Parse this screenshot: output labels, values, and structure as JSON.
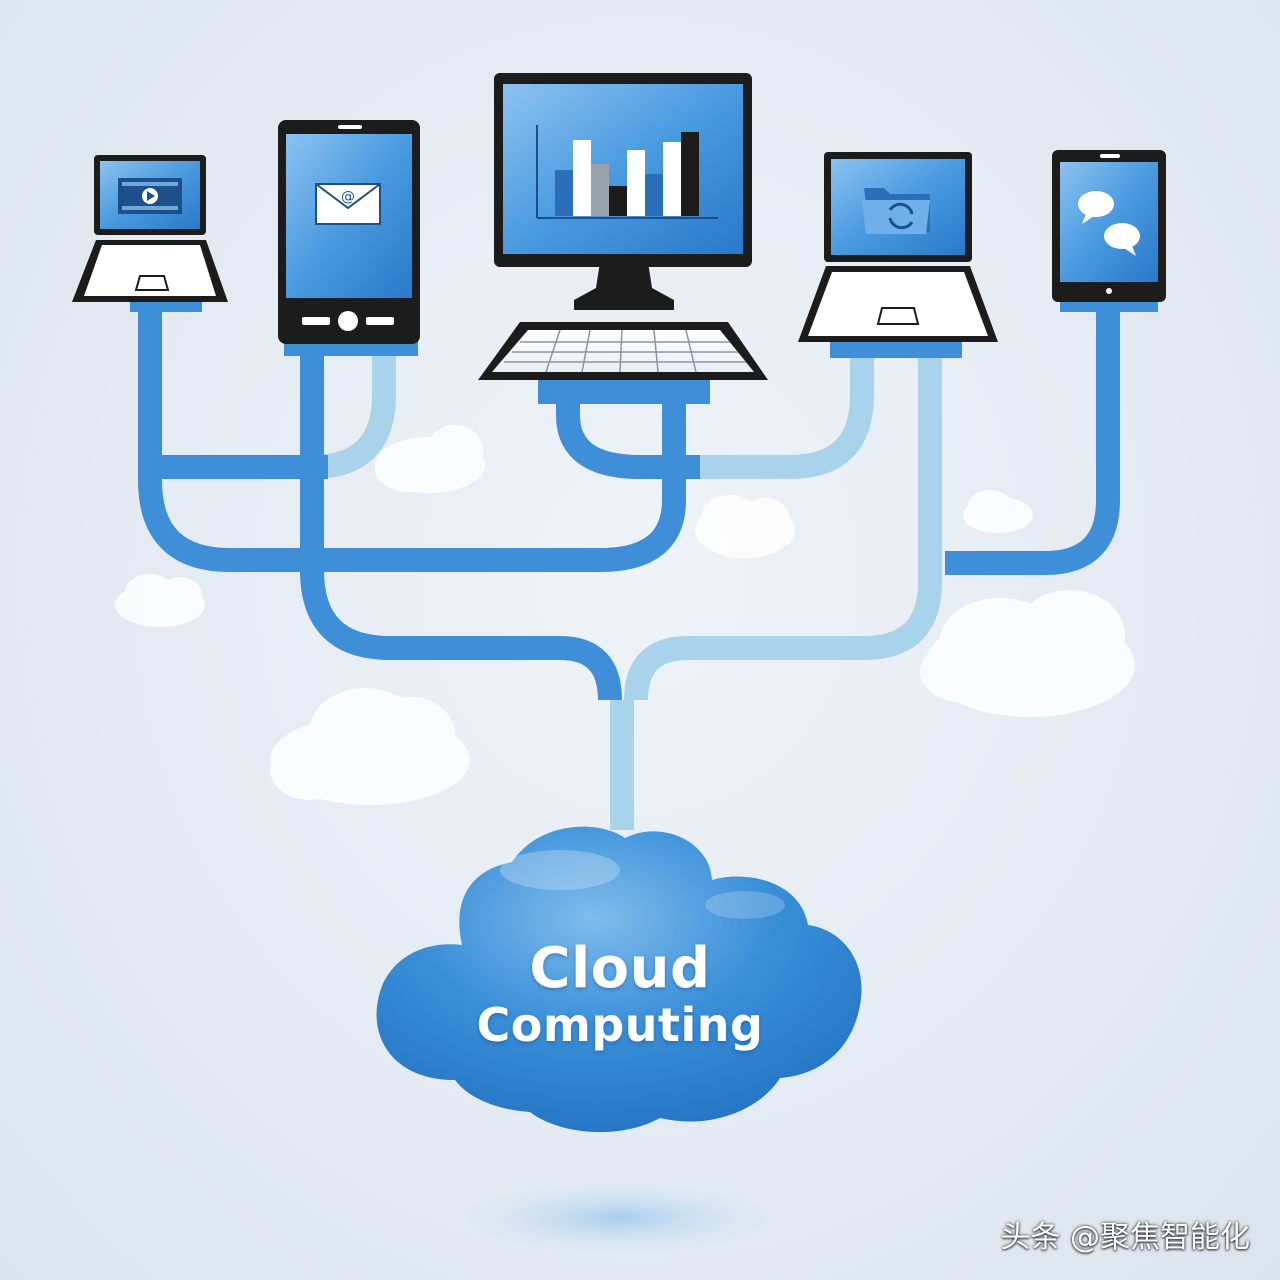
{
  "cloud": {
    "line1": "Cloud",
    "line2": "Computing"
  },
  "watermark": "头条 @聚焦智能化",
  "devices": [
    {
      "kind": "laptop",
      "screen_icon": "video-player-icon"
    },
    {
      "kind": "smartphone",
      "screen_icon": "email-icon"
    },
    {
      "kind": "desktop-computer",
      "screen_icon": "bar-chart-icon"
    },
    {
      "kind": "laptop",
      "screen_icon": "sync-folder-icon"
    },
    {
      "kind": "tablet",
      "screen_icon": "chat-bubbles-icon"
    }
  ],
  "colors": {
    "cable_dark": "#3f8fd8",
    "cable_light": "#a9d3ea",
    "cloud_main": "#2f86d3",
    "device_frame": "#1c1c1c",
    "screen_blue": "#4a9ae0",
    "background": "#e3eaf1"
  }
}
